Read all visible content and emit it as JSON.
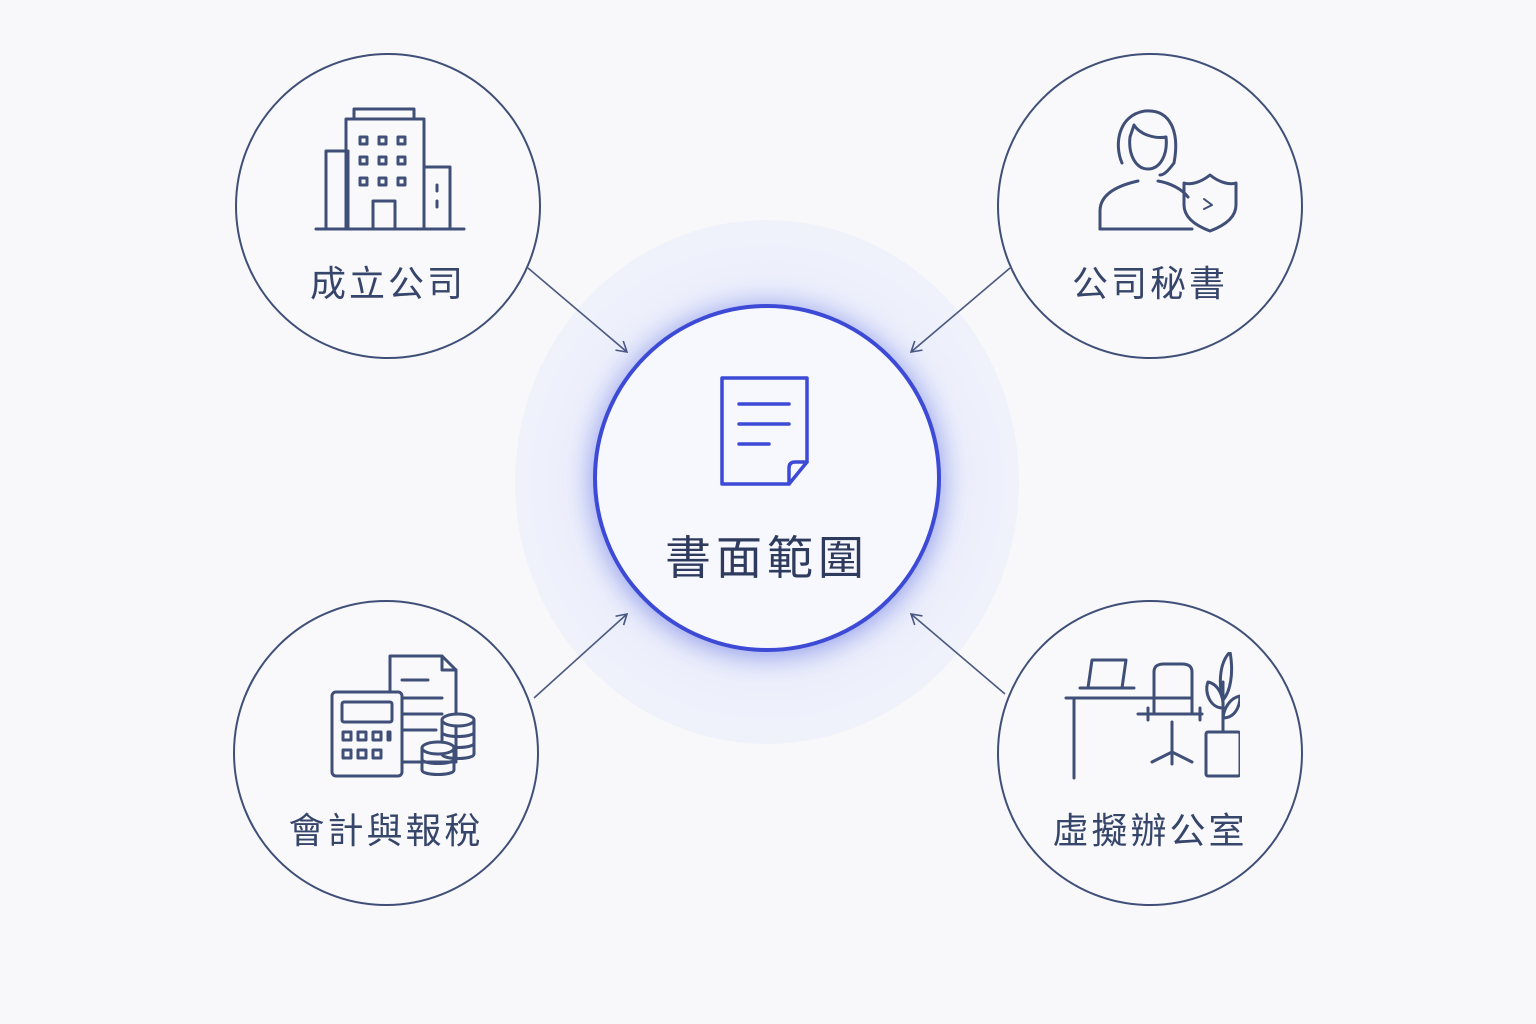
{
  "center": {
    "label": "書面範圍",
    "icon": "document-icon"
  },
  "nodes": [
    {
      "id": "company-setup",
      "label": "成立公司",
      "icon": "office-building-icon"
    },
    {
      "id": "company-secretary",
      "label": "公司秘書",
      "icon": "person-shield-icon"
    },
    {
      "id": "accounting-tax",
      "label": "會計與報稅",
      "icon": "calculator-coins-icon"
    },
    {
      "id": "virtual-office",
      "label": "虛擬辦公室",
      "icon": "desk-chair-plant-icon"
    }
  ],
  "colors": {
    "background": "#f8f8fa",
    "node_stroke": "#3f4f78",
    "center_stroke": "#3c4ad6",
    "text": "#36456a",
    "glow": "#dfe4fb"
  }
}
